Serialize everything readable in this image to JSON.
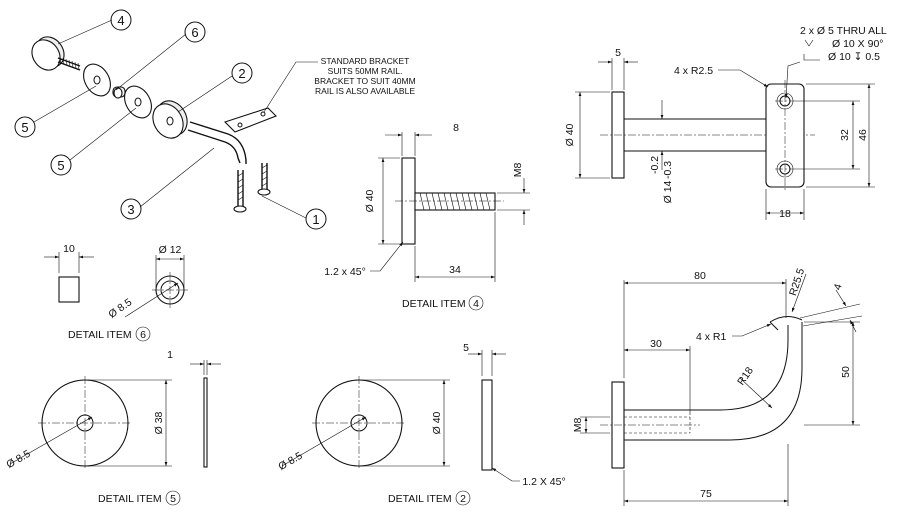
{
  "balloons": {
    "b1": "1",
    "b2": "2",
    "b3": "3",
    "b4": "4",
    "b5a": "5",
    "b5b": "5",
    "b6": "6"
  },
  "note": {
    "line1": "STANDARD BRACKET",
    "line2": "SUITS 50MM RAIL.",
    "line3": "BRACKET TO SUIT 40MM",
    "line4": "RAIL IS ALSO AVAILABLE"
  },
  "detail4": {
    "caption": "DETAIL ITEM",
    "item": "4",
    "dim_head": "8",
    "dia": "Ø 40",
    "thread": "M8",
    "length": "34",
    "chamfer": "1.2 x 45°"
  },
  "detail6": {
    "caption": "DETAIL ITEM",
    "item": "6",
    "width": "10",
    "outer": "Ø 12",
    "inner": "Ø 8.5"
  },
  "detail5": {
    "caption": "DETAIL ITEM",
    "item": "5",
    "thick": "1",
    "dia": "Ø 38",
    "hole": "Ø 8.5"
  },
  "detail2": {
    "caption": "DETAIL ITEM",
    "item": "2",
    "thick": "5",
    "dia": "Ø 40",
    "hole": "Ø 8.5",
    "chamfer": "1.2 X 45°"
  },
  "bracket_top": {
    "plate": "5",
    "radius": "4 x R2.5",
    "holes_line1": "2 x Ø 5 THRU ALL",
    "holes_line2": "Ø 10 X 90°",
    "holes_line3": "Ø 10 ↧ 0.5",
    "disc": "Ø 40",
    "tol_a": "-0.2",
    "tol_b": "-0.3",
    "rod": "Ø 14",
    "pitch": "32",
    "height": "46",
    "width": "18"
  },
  "bracket_side": {
    "length": "80",
    "r_top": "R25.5",
    "thk": "4",
    "corners": "4 x R1",
    "thread_len": "30",
    "bend": "R18",
    "height": "50",
    "thread": "M8",
    "overall": "75"
  }
}
